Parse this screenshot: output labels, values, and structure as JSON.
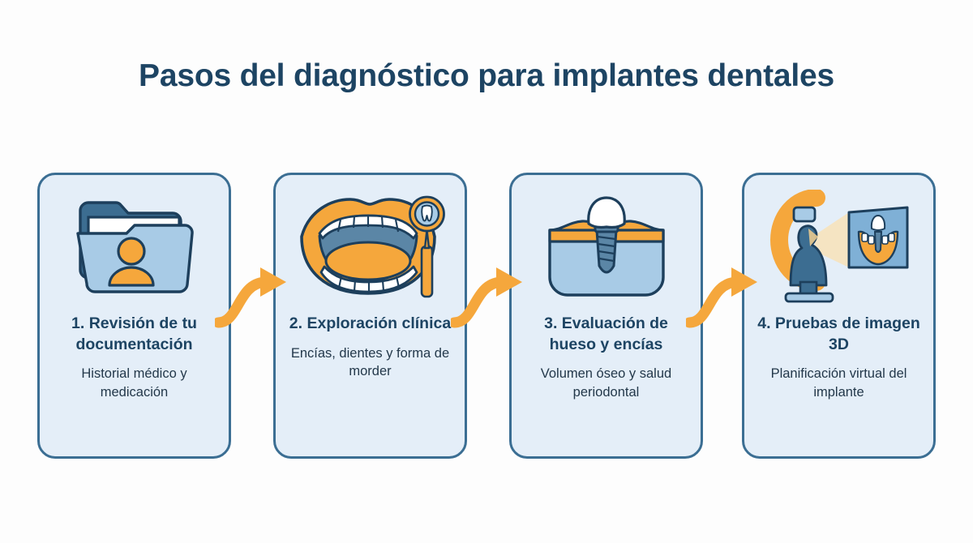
{
  "page": {
    "title": "Pasos del diagnóstico para implantes dentales",
    "background_color": "#fdfdfd"
  },
  "theme": {
    "navy": "#1d4463",
    "border_blue": "#3b6e93",
    "card_fill": "#e4eef8",
    "accent_orange": "#f5a73c",
    "steel_blue": "#5b93bf",
    "light_blue": "#a8cbe6",
    "white": "#ffffff",
    "text_dark": "#23384a"
  },
  "steps": [
    {
      "number": "1.",
      "title": "1. Revisión de tu documentación",
      "subtitle": "Historial médico y medicación",
      "icon": "patient-folder-icon"
    },
    {
      "number": "2.",
      "title": "2. Exploración clínica",
      "subtitle": "Encías, dientes y forma de morder",
      "icon": "open-mouth-mirror-icon"
    },
    {
      "number": "3.",
      "title": "3. Evaluación de hueso y encías",
      "subtitle": "Volumen óseo y salud periodontal",
      "icon": "implant-in-bone-icon"
    },
    {
      "number": "4.",
      "title": "4. Pruebas de imagen 3D",
      "subtitle": "Planificación virtual del implante",
      "icon": "cbct-scanner-icon"
    }
  ],
  "connectors": [
    {
      "label": "arrow-step-1-to-2"
    },
    {
      "label": "arrow-step-2-to-3"
    },
    {
      "label": "arrow-step-3-to-4"
    }
  ]
}
